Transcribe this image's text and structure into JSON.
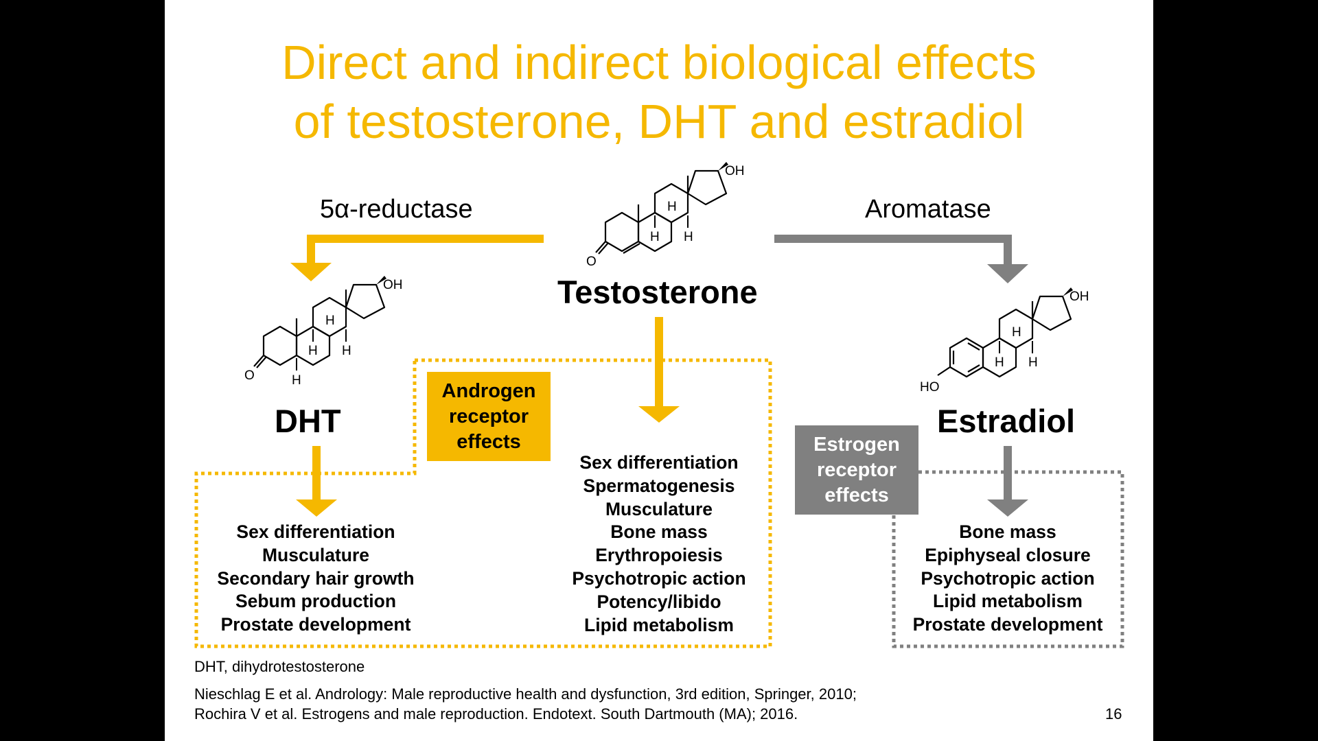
{
  "title": {
    "line1": "Direct and indirect biological effects",
    "line2": "of testosterone, DHT and estradiol"
  },
  "enzymes": {
    "left": "5α-reductase",
    "right": "Aromatase"
  },
  "hormones": {
    "center": "Testosterone",
    "left": "DHT",
    "right": "Estradiol"
  },
  "molecule_labels": {
    "oh": "OH",
    "h": "H",
    "o": "O",
    "ho": "HO"
  },
  "boxes": {
    "androgen": [
      "Androgen",
      "receptor",
      "effects"
    ],
    "estrogen": [
      "Estrogen",
      "receptor",
      "effects"
    ]
  },
  "effects": {
    "dht": [
      "Sex differentiation",
      "Musculature",
      "Secondary hair growth",
      "Sebum production",
      "Prostate development"
    ],
    "testosterone": [
      "Sex differentiation",
      "Spermatogenesis",
      "Musculature",
      "Bone mass",
      "Erythropoiesis",
      "Psychotropic action",
      "Potency/libido",
      "Lipid metabolism"
    ],
    "estradiol": [
      "Bone mass",
      "Epiphyseal closure",
      "Psychotropic action",
      "Lipid metabolism",
      "Prostate development"
    ]
  },
  "footer": {
    "abbrev": "DHT, dihydrotestosterone",
    "ref1": "Nieschlag E et al. Andrology: Male reproductive health and dysfunction, 3rd edition, Springer, 2010;",
    "ref2": "Rochira V et al. Estrogens and male reproduction. Endotext. South Dartmouth (MA); 2016.",
    "page": "16"
  },
  "colors": {
    "title": "#f5b800",
    "androgen": "#f5b800",
    "estrogen": "#808080",
    "background": "#ffffff",
    "frame": "#000000"
  }
}
